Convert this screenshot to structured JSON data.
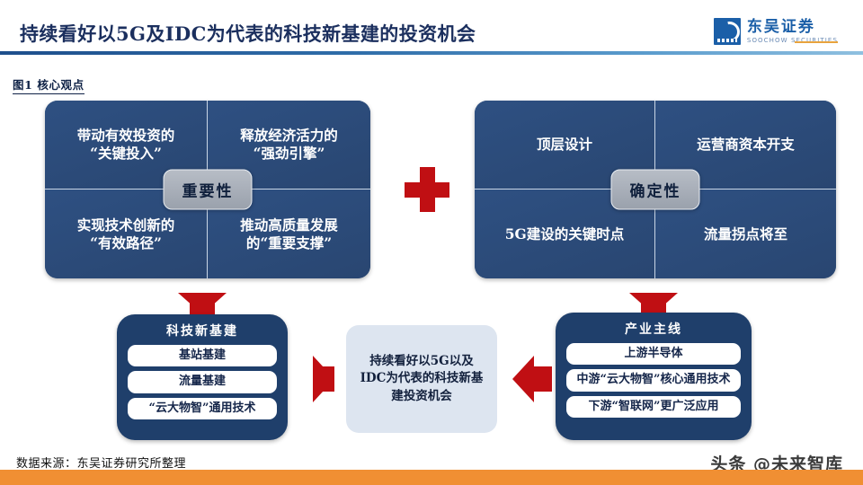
{
  "header": {
    "title": "持续看好以5G及IDC为代表的科技新基建的投资机会",
    "logo_cn": "东吴证券",
    "logo_en": "SOOCHOW SECURITIES",
    "accent_blue": "#1e4f8c",
    "accent_orange": "#e8a33d"
  },
  "figure": {
    "caption": "图1 核心观点"
  },
  "quadrants": [
    {
      "hub": "重要性",
      "cells": [
        "带动有效投资的\n“关键投入”",
        "释放经济活力的\n“强劲引擎”",
        "实现技术创新的\n“有效路径”",
        "推动高质量发展\n的“重要支撑”"
      ]
    },
    {
      "hub": "确定性",
      "cells": [
        "顶层设计",
        "运营商资本开支",
        "5G建设的关键时点",
        "流量拐点将至"
      ]
    }
  ],
  "connector": {
    "plus_symbol": "+",
    "plus_color": "#c00f13",
    "arrow_color": "#c00f13"
  },
  "bottom_left_box": {
    "title": "科技新基建",
    "items": [
      "基站基建",
      "流量基建",
      "“云大物智”通用技术"
    ]
  },
  "bottom_right_box": {
    "title": "产业主线",
    "items": [
      "上游半导体",
      "中游“云大物智”核心通用技术",
      "下游“智联网”更广泛应用"
    ]
  },
  "conclusion": {
    "text": "持续看好以5G以及IDC为代表的科技新基建投资机会"
  },
  "footer": {
    "source": "数据来源：东吴证券研究所整理",
    "watermark": "头条 @未来智库",
    "bar_color": "#f08f33"
  }
}
